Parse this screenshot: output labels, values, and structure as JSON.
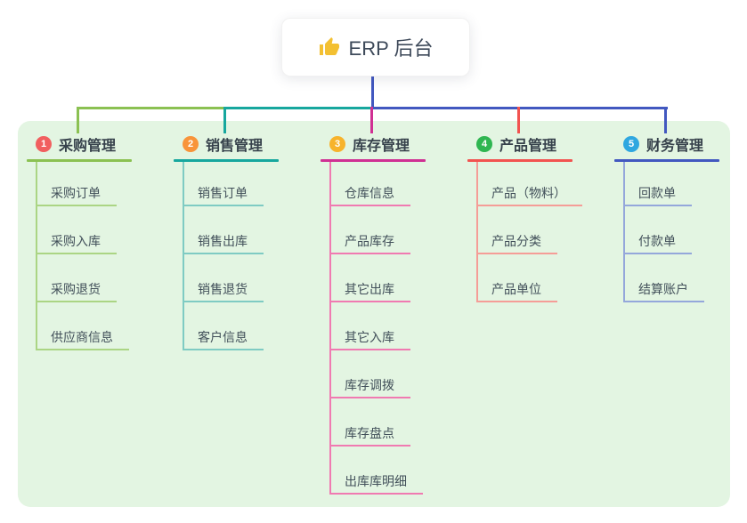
{
  "canvas": {
    "page_bg": "#ffffff",
    "panel_bg": "#e3f5e2"
  },
  "root": {
    "icon": "thumbs-up",
    "icon_color": "#f3c032",
    "label": "ERP 后台",
    "line_color": "#4258c0"
  },
  "branches": [
    {
      "badge": "1",
      "badge_color": "#f15f5f",
      "line_color": "#8bc152",
      "child_line_color": "#abd584",
      "label": "采购管理",
      "children": [
        "采购订单",
        "采购入库",
        "采购退货",
        "供应商信息"
      ]
    },
    {
      "badge": "2",
      "badge_color": "#f8943a",
      "line_color": "#17a79e",
      "child_line_color": "#7fcbc3",
      "label": "销售管理",
      "children": [
        "销售订单",
        "销售出库",
        "销售退货",
        "客户信息"
      ]
    },
    {
      "badge": "3",
      "badge_color": "#f7b32c",
      "line_color": "#d03093",
      "child_line_color": "#f07ab1",
      "label": "库存管理",
      "children": [
        "仓库信息",
        "产品库存",
        "其它出库",
        "其它入库",
        "库存调拨",
        "库存盘点",
        "出库库明细"
      ]
    },
    {
      "badge": "4",
      "badge_color": "#2fb651",
      "line_color": "#f25350",
      "child_line_color": "#f59d97",
      "label": "产品管理",
      "children": [
        "产品（物料）",
        "产品分类",
        "产品单位"
      ]
    },
    {
      "badge": "5",
      "badge_color": "#2fa7e0",
      "line_color": "#4258c0",
      "child_line_color": "#94a7db",
      "label": "财务管理",
      "children": [
        "回款单",
        "付款单",
        "结算账户"
      ]
    }
  ]
}
